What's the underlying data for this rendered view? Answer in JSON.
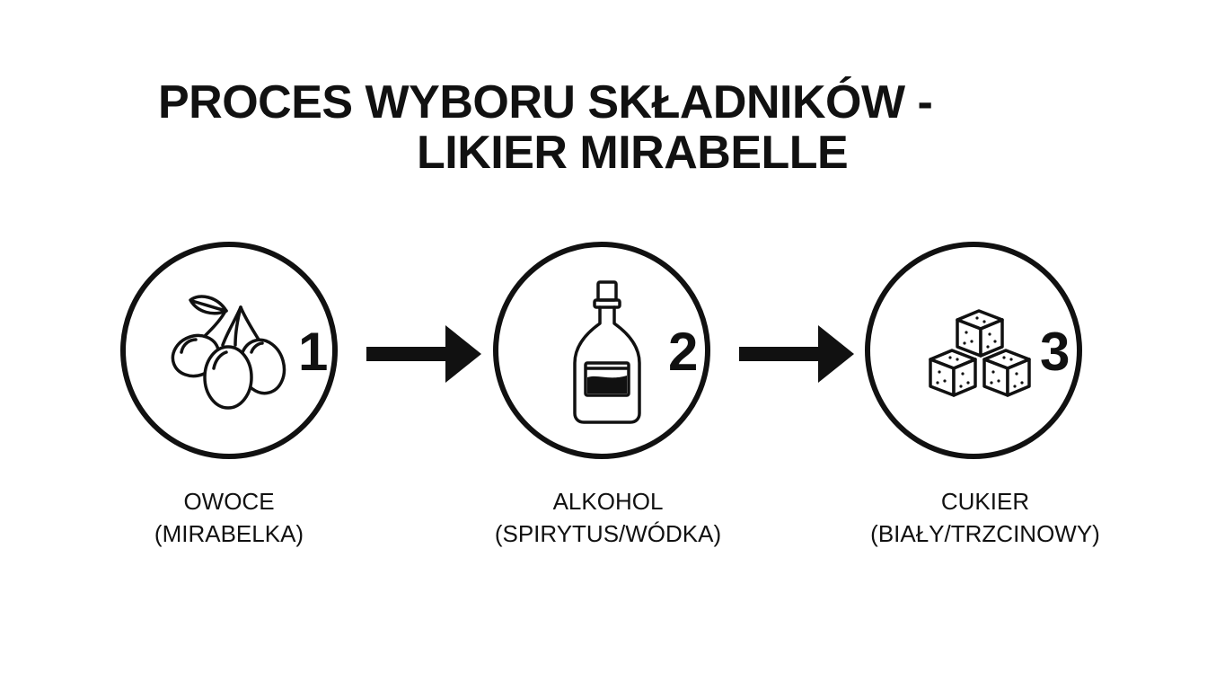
{
  "title": {
    "line1": "PROCES WYBORU SKŁADNIKÓW -",
    "line2": "LIKIER MIRABELLE"
  },
  "steps": [
    {
      "number": "1",
      "icon": "plums-icon",
      "label_line1": "OWOCE",
      "label_line2": "(MIRABELKA)"
    },
    {
      "number": "2",
      "icon": "bottle-icon",
      "label_line1": "ALKOHOL",
      "label_line2": "(SPIRYTUS/WÓDKA)"
    },
    {
      "number": "3",
      "icon": "sugar-cubes-icon",
      "label_line1": "CUKIER",
      "label_line2": "(BIAŁY/TRZCINOWY)"
    }
  ],
  "colors": {
    "ink": "#111111",
    "background": "#ffffff"
  }
}
